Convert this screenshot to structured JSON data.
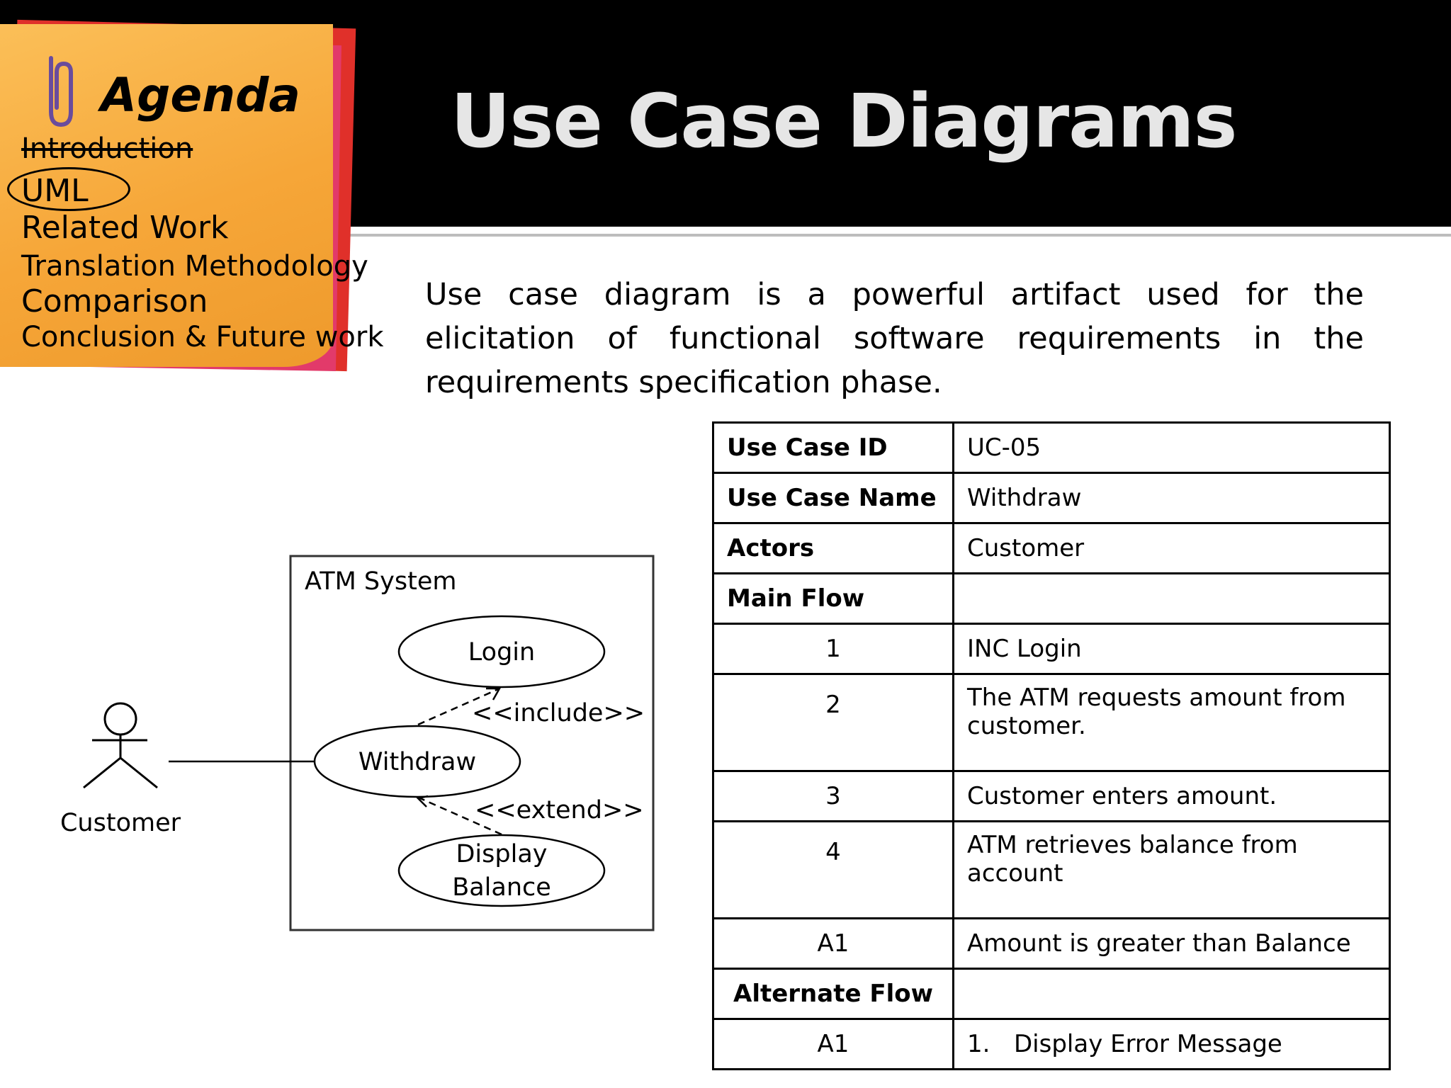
{
  "slide": {
    "title": "Use Case Diagrams",
    "description": "Use case diagram is a powerful artifact used for the elicitation of functional software requirements in the requirements specification phase."
  },
  "agenda": {
    "title": "Agenda",
    "items": [
      "Introduction",
      "UML",
      "Related Work",
      "Translation Methodology",
      "Comparison",
      "Conclusion & Future work"
    ]
  },
  "diagram": {
    "system_label": "ATM System",
    "actor_label": "Customer",
    "use_cases": {
      "login": "Login",
      "withdraw": "Withdraw",
      "display_line1": "Display",
      "display_line2": "Balance"
    },
    "include_label": "<<include>>",
    "extend_label": "<<extend>>"
  },
  "table": {
    "rows": [
      {
        "key": "Use Case ID",
        "value": "UC-05"
      },
      {
        "key": "Use Case Name",
        "value": "Withdraw"
      },
      {
        "key": "Actors",
        "value": "Customer"
      },
      {
        "key": "Main Flow",
        "value": ""
      },
      {
        "key": "1",
        "value": "INC Login"
      },
      {
        "key": "2",
        "value": "The ATM requests amount from customer."
      },
      {
        "key": "3",
        "value": "Customer enters amount."
      },
      {
        "key": "4",
        "value": "ATM  retrieves balance from account"
      },
      {
        "key": "A1",
        "value": "Amount is greater than Balance"
      },
      {
        "key": "Alternate Flow",
        "value": ""
      },
      {
        "key": "A1",
        "value": "Display Error Message",
        "step": "1."
      }
    ]
  }
}
